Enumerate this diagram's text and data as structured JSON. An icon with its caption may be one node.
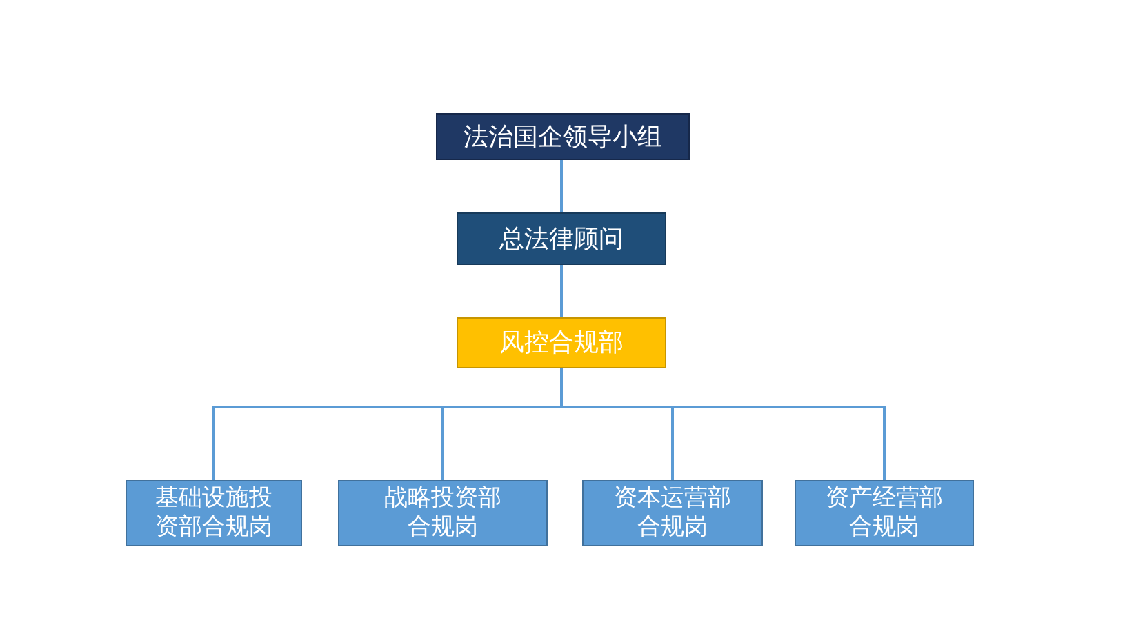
{
  "diagram": {
    "nodes": [
      {
        "text": [
          "法治国企领导小组"
        ]
      },
      {
        "text": [
          "总法律顾问"
        ]
      },
      {
        "text": [
          "风控合规部"
        ]
      },
      {
        "text": [
          "基础设施投资部合规岗"
        ]
      },
      {
        "text": [
          "战略投资部合规岗"
        ]
      },
      {
        "text": [
          "资本运营部合规岗"
        ]
      },
      {
        "text": [
          "资产经营部合规岗"
        ]
      }
    ],
    "edges": [
      {
        "from": 0,
        "to": 1,
        "arrow": "none"
      },
      {
        "from": 1,
        "to": 2,
        "arrow": "none"
      },
      {
        "from": 2,
        "to": 3,
        "arrow": "none"
      },
      {
        "from": 2,
        "to": 4,
        "arrow": "none"
      },
      {
        "from": 2,
        "to": 5,
        "arrow": "none"
      },
      {
        "from": 2,
        "to": 6,
        "arrow": "none"
      }
    ]
  }
}
